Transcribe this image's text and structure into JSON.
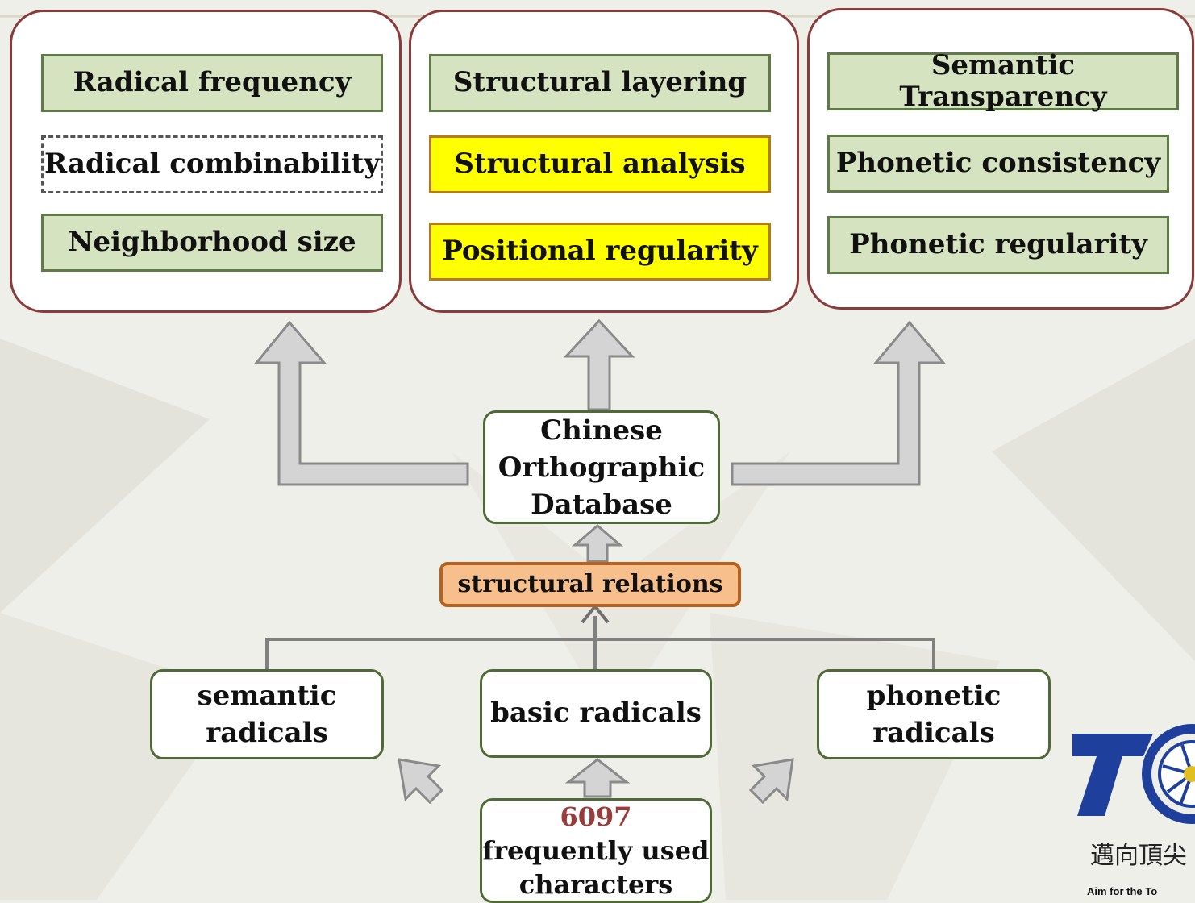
{
  "groups": [
    {
      "items": [
        "Radical frequency",
        "Radical combinability",
        "Neighborhood size"
      ]
    },
    {
      "items": [
        "Structural layering",
        "Structural analysis",
        "Positional regularity"
      ]
    },
    {
      "items": [
        "Semantic Transparency",
        "Phonetic consistency",
        "Phonetic regularity"
      ]
    }
  ],
  "database": {
    "line1": "Chinese",
    "line2": "Orthographic",
    "line3": "Database"
  },
  "relations": "structural relations",
  "radicals": {
    "semantic": {
      "line1": "semantic",
      "line2": "radicals"
    },
    "basic": "basic radicals",
    "phonetic": {
      "line1": "phonetic",
      "line2": "radicals"
    }
  },
  "source": {
    "count": "6097",
    "line2": "frequently used",
    "line3": "characters"
  },
  "logo": {
    "zh": "邁向頂尖",
    "en": "Aim for the To"
  },
  "colors": {
    "group_border": "#8b3a3a",
    "metric_fill": "#d6e3c1",
    "highlight_fill": "#ffff00",
    "relations_fill": "#f7bf8b",
    "node_border": "#4f6a36",
    "logo_blue": "#1e3f9c"
  }
}
